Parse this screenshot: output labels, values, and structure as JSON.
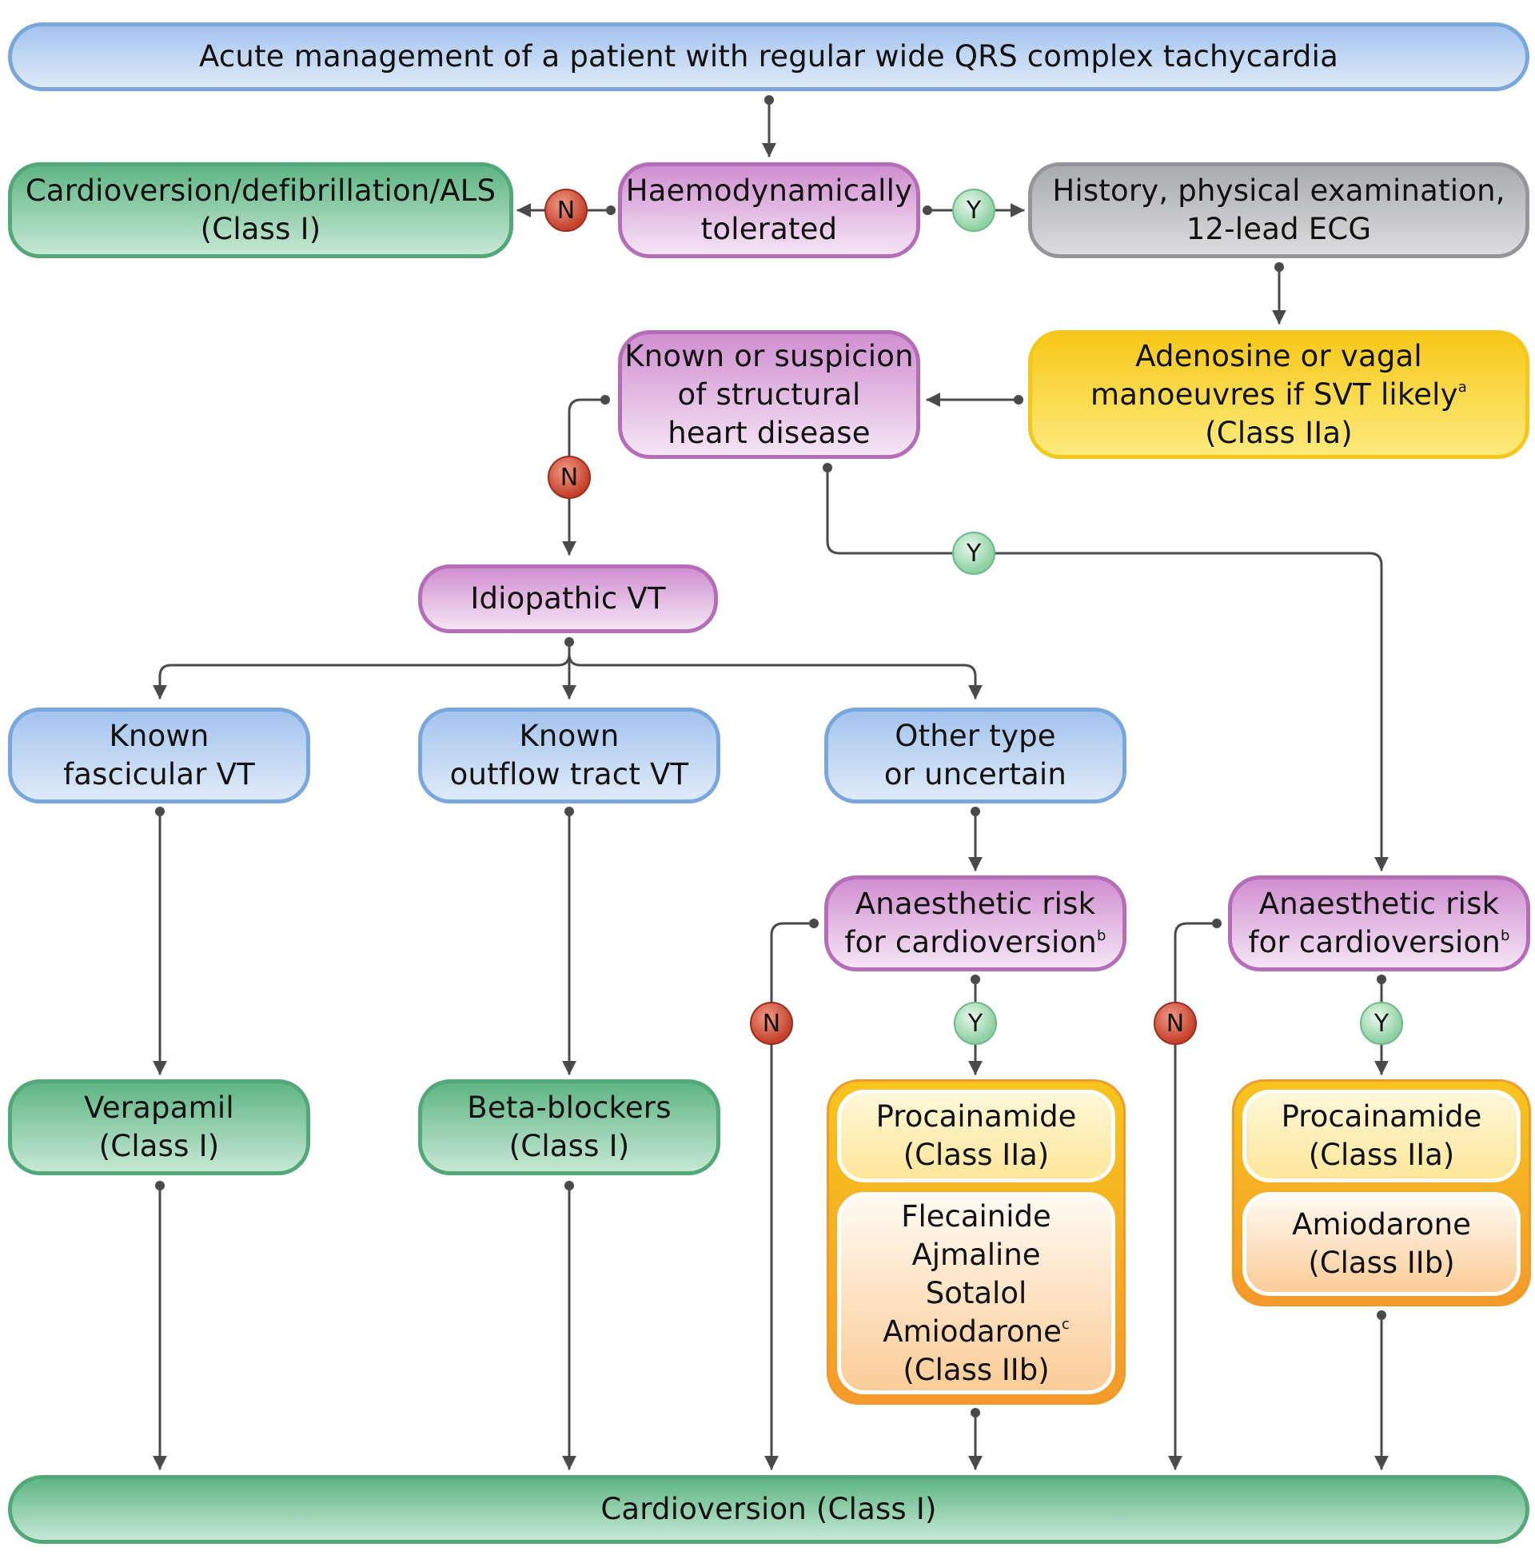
{
  "top": {
    "line1": "Acute management of a patient with regular wide QRS complex tachycardia"
  },
  "cardioversion_als": {
    "line1": "Cardioversion/defibrillation/ALS",
    "line2": "(Class I)"
  },
  "haemodynamic": {
    "line1": "Haemodynamically",
    "line2": "tolerated"
  },
  "history": {
    "line1": "History, physical examination,",
    "line2": "12-lead ECG"
  },
  "adenosine": {
    "line1": "Adenosine or vagal",
    "line2": "manoeuvres if SVT likely",
    "line2_sup": "a",
    "line3": "(Class IIa)"
  },
  "structural": {
    "line1": "Known or suspicion",
    "line2": "of structural",
    "line3": "heart disease"
  },
  "idiopathic": {
    "line1": "Idiopathic VT"
  },
  "fascicular": {
    "line1": "Known",
    "line2": "fascicular VT"
  },
  "outflow": {
    "line1": "Known",
    "line2": "outflow tract VT"
  },
  "other": {
    "line1": "Other type",
    "line2": "or uncertain"
  },
  "anaesthetic": {
    "line1": "Anaesthetic risk",
    "line2": "for cardioversion",
    "line2_sup": "b"
  },
  "verapamil": {
    "line1": "Verapamil",
    "line2": "(Class I)"
  },
  "betablockers": {
    "line1": "Beta-blockers",
    "line2": "(Class I)"
  },
  "procainamide": {
    "line1": "Procainamide",
    "line2": "(Class IIa)"
  },
  "drug_list": {
    "line1": "Flecainide",
    "line2": "Ajmaline",
    "line3": "Sotalol",
    "line4": "Amiodarone",
    "line4_sup": "c",
    "line5": "(Class IIb)"
  },
  "amiodarone": {
    "line1": "Amiodarone",
    "line2": "(Class IIb)"
  },
  "cardioversion": {
    "line1": "Cardioversion (Class I)"
  },
  "labels": {
    "yes": "Y",
    "no": "N"
  },
  "colors": {
    "blue_border": "#79a6dc",
    "green_border": "#52a878",
    "purple_border": "#b56db8",
    "gray_border": "#939598",
    "yellow_border": "#f4c719",
    "orange_border": "#ee9b2c",
    "connector": "#4a4a4a",
    "no_badge": "#c4412c",
    "yes_badge": "#8ed0a2"
  }
}
